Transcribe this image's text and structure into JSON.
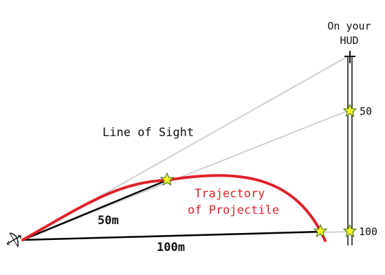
{
  "hud": {
    "title_line1": "On your",
    "title_line2": "HUD",
    "mark_50": "50",
    "mark_100": "100"
  },
  "labels": {
    "line_of_sight": "Line of Sight",
    "trajectory_line1": "Trajectory",
    "trajectory_line2": "of Projectile",
    "dist_50": "50m",
    "dist_100": "100m"
  },
  "colors": {
    "trajectory": "#e0202a",
    "sight_lines": "#d0d0d0",
    "distance_lines": "#000000",
    "star_fill": "#f4f42a",
    "star_stroke": "#3a6a1a"
  },
  "icons": {
    "origin": "bow-icon",
    "target_marker": "star-icon"
  }
}
